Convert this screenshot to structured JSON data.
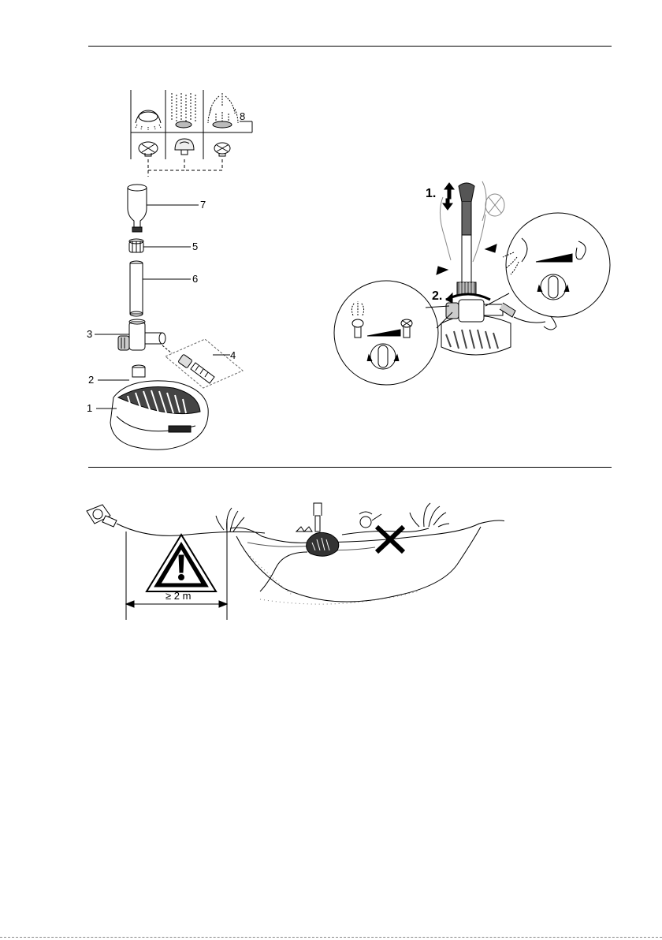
{
  "assembly": {
    "labels": {
      "l1": "1",
      "l2": "2",
      "l3": "3",
      "l4": "4",
      "l5": "5",
      "l6": "6",
      "l7": "7",
      "l8": "8"
    }
  },
  "adjust": {
    "step1": "1.",
    "step2": "2."
  },
  "pond": {
    "distance": "≥ 2 m"
  },
  "colors": {
    "ink": "#000000",
    "shade": "#555555",
    "light": "#d9d9d9"
  }
}
